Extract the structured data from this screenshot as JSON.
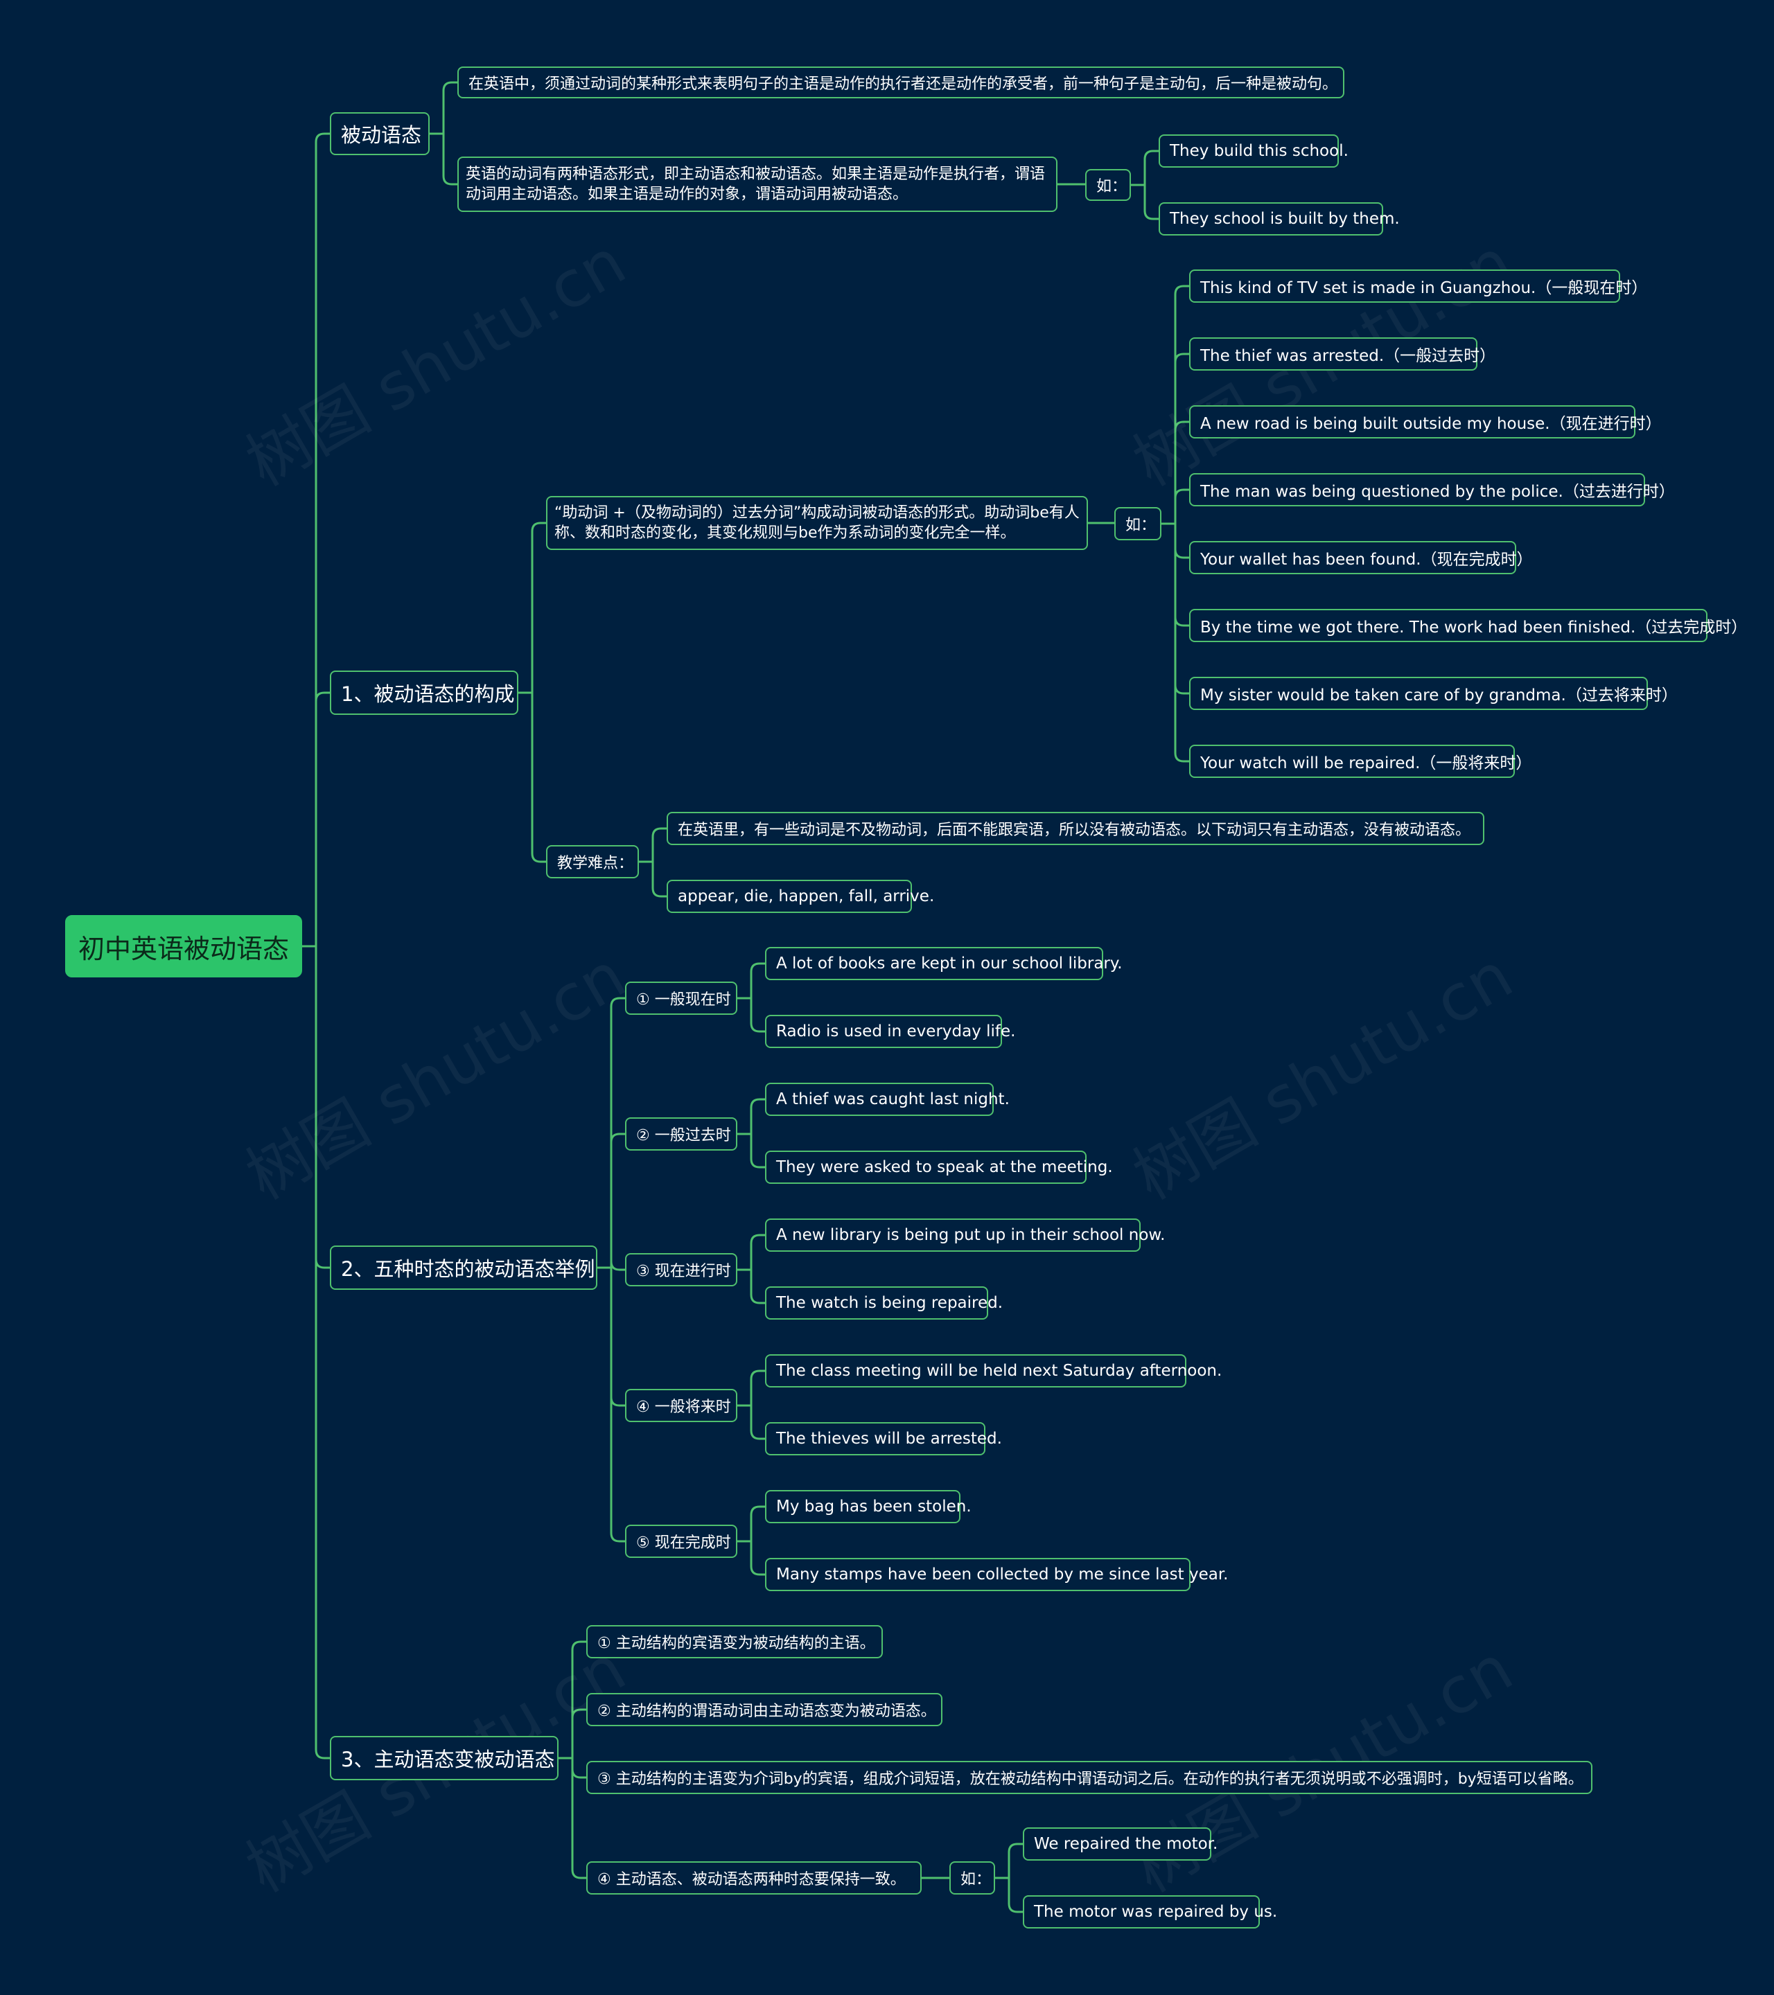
{
  "watermark": "树图 shutu.cn",
  "root": "初中英语被动语态",
  "branch0": {
    "title": "被动语态",
    "def": "在英语中，须通过动词的某种形式来表明句子的主语是动作的执行者还是动作的承受者，前一种句子是主动句，后一种是被动句。",
    "forms": "英语的动词有两种语态形式，即主动语态和被动语态。如果主语是动作是执行者，谓语动词用主动语态。如果主语是动作的对象，谓语动词用被动语态。",
    "eg": "如：",
    "examples": [
      "They build this school.",
      "They school is built by them."
    ]
  },
  "branch1": {
    "title": "1、被动语态的构成",
    "rule": "“助动词 +（及物动词的）过去分词”构成动词被动语态的形式。助动词be有人称、数和时态的变化，其变化规则与be作为系动词的变化完全一样。",
    "eg": "如：",
    "examples": [
      "This kind of TV set is made in Guangzhou.（一般现在时）",
      "The thief was arrested.（一般过去时）",
      "A new road is being built outside my house.（现在进行时）",
      "The man was being questioned by the police.（过去进行时）",
      "Your wallet has been found.（现在完成时）",
      "By the time we got there. The work had been finished.（过去完成时）",
      "My sister would be taken care of by grandma.（过去将来时）",
      "Your watch will be repaired.（一般将来时）"
    ],
    "difficulty": "教学难点：",
    "difficulty_items": [
      "在英语里，有一些动词是不及物动词，后面不能跟宾语，所以没有被动语态。以下动词只有主动语态，没有被动语态。",
      "appear, die, happen, fall, arrive."
    ]
  },
  "branch2": {
    "title": "2、五种时态的被动语态举例",
    "tenses": [
      {
        "label": "① 一般现在时",
        "examples": [
          "A lot of books are kept in our school library.",
          "Radio is used in everyday life."
        ]
      },
      {
        "label": "② 一般过去时",
        "examples": [
          "A thief was caught last night.",
          "They were asked to speak at the meeting."
        ]
      },
      {
        "label": "③ 现在进行时",
        "examples": [
          "A new library is being put up in their school now.",
          "The watch is being repaired."
        ]
      },
      {
        "label": "④ 一般将来时",
        "examples": [
          "The class meeting will be held next Saturday afternoon.",
          "The thieves will be arrested."
        ]
      },
      {
        "label": "⑤ 现在完成时",
        "examples": [
          "My bag has been stolen.",
          "Many stamps have been collected by me since last year."
        ]
      }
    ]
  },
  "branch3": {
    "title": "3、主动语态变被动语态",
    "rules": [
      "① 主动结构的宾语变为被动结构的主语。",
      "② 主动结构的谓语动词由主动语态变为被动语态。",
      "③ 主动结构的主语变为介词by的宾语，组成介词短语，放在被动结构中谓语动词之后。在动作的执行者无须说明或不必强调时，by短语可以省略。",
      "④ 主动语态、被动语态两种时态要保持一致。"
    ],
    "eg": "如：",
    "examples": [
      "We repaired the motor.",
      "The motor was repaired by us."
    ]
  },
  "colors": {
    "background": "#00203f",
    "line": "#4fc06e",
    "root_fill": "#2cc46a",
    "text": "#ffffff"
  }
}
